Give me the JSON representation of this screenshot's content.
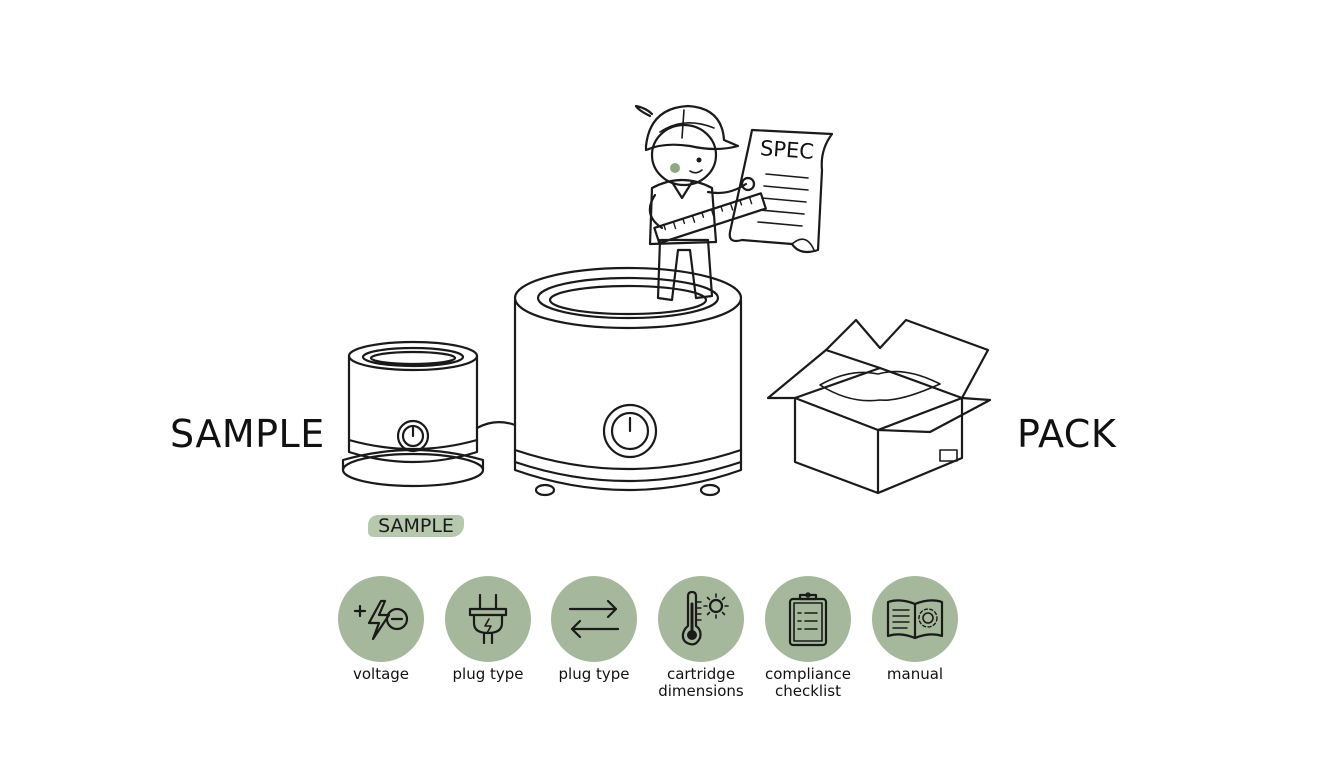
{
  "labels": {
    "left": "SAMPLE",
    "right": "PACK",
    "sample_tag": "SAMPLE",
    "spec": "SPEC"
  },
  "colors": {
    "sage": "#a5b89c",
    "sage_dark": "#7f9a74",
    "ink": "#1a1a1a"
  },
  "icons": [
    {
      "name": "voltage-icon",
      "label": "voltage"
    },
    {
      "name": "plug-icon",
      "label": "plug type"
    },
    {
      "name": "swap-arrows-icon",
      "label": "plug type"
    },
    {
      "name": "thermometer-sun-icon",
      "label": "cartridge dimensions"
    },
    {
      "name": "clipboard-checklist-icon",
      "label": "compliance checklist"
    },
    {
      "name": "manual-book-icon",
      "label": "manual"
    }
  ]
}
